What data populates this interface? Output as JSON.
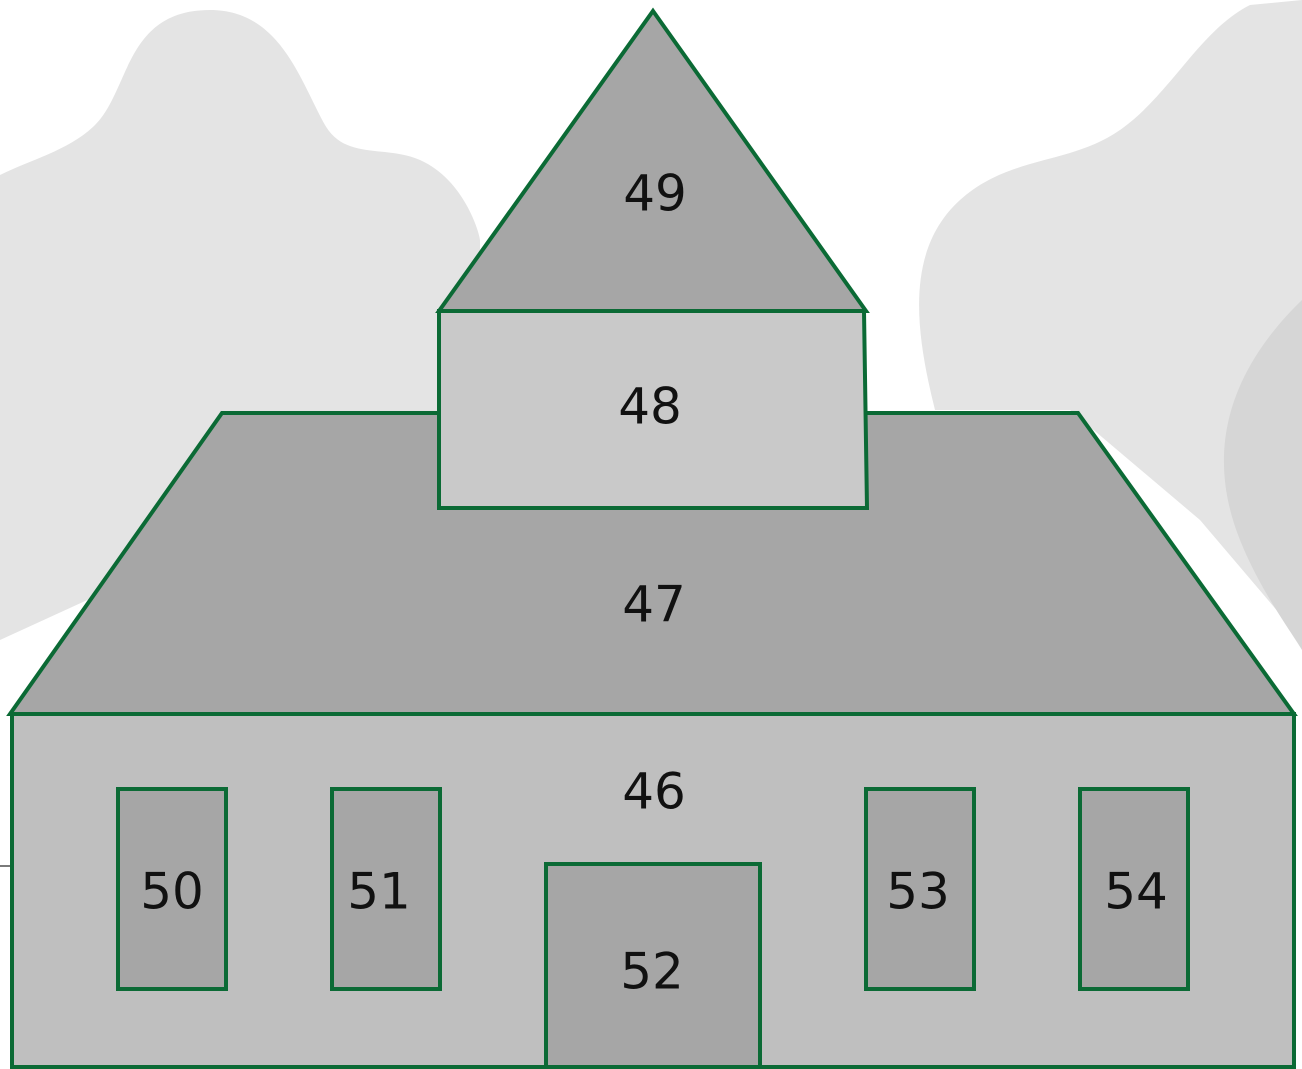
{
  "colors": {
    "outline": "#0b6a35",
    "background_blob": "#e4e4e4",
    "background_blob_right": "#dddddd",
    "roof_dark": "#a6a6a6",
    "wall_light": "#bfbfbf",
    "upper_wall": "#c9c9c9",
    "window": "#a6a6a6",
    "text": "#111111"
  },
  "regions": {
    "base_wall": "46",
    "lower_roof": "47",
    "upper_wall": "48",
    "gable_roof": "49",
    "window_1": "50",
    "window_2": "51",
    "door": "52",
    "window_3": "53",
    "window_4": "54"
  }
}
